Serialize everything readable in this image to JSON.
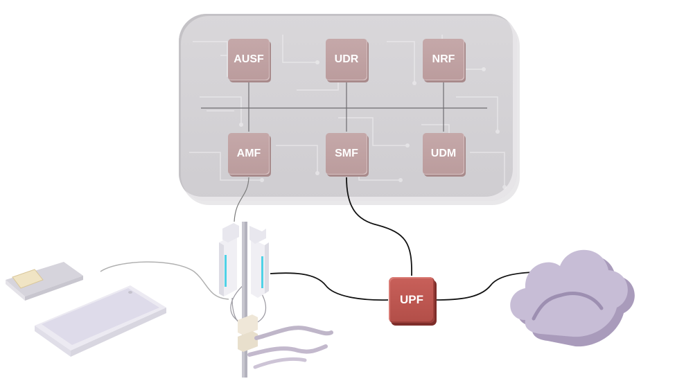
{
  "core": {
    "functions": [
      {
        "label": "AUSF"
      },
      {
        "label": "UDR"
      },
      {
        "label": "NRF"
      },
      {
        "label": "AMF"
      },
      {
        "label": "SMF"
      },
      {
        "label": "UDM"
      }
    ]
  },
  "upf": {
    "label": "UPF"
  },
  "icons": [
    "sim-card-icon",
    "smartphone-icon",
    "cell-tower-icon",
    "cloud-icon"
  ],
  "colors": {
    "core_panel": "#d3d1d5",
    "network_function": "#c1a3a4",
    "upf": "#c05a54",
    "links": "#111111",
    "cloud": "#b9adc6",
    "device": "#e6e4ee"
  }
}
